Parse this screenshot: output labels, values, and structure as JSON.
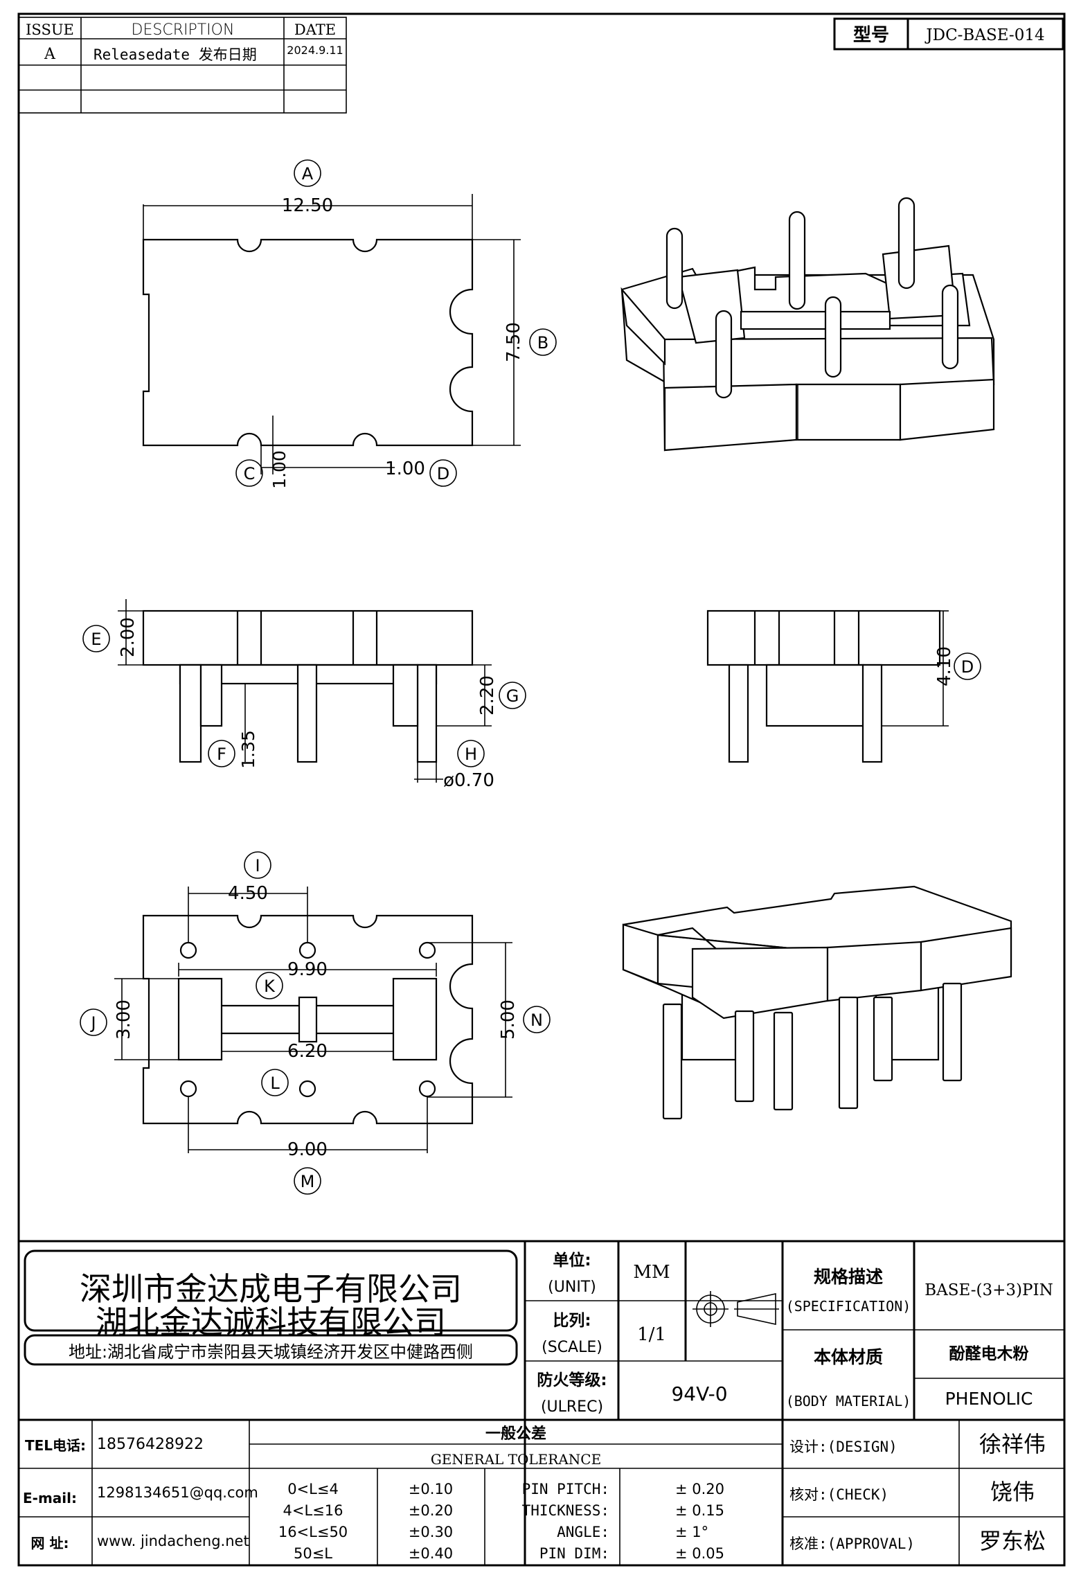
{
  "revision_table": {
    "headers": [
      "ISSUE",
      "DESCRIPTION",
      "DATE"
    ],
    "rows": [
      {
        "issue": "A",
        "description": "Releasedate 发布日期",
        "date": "2024.9.11"
      },
      {
        "issue": "",
        "description": "",
        "date": ""
      },
      {
        "issue": "",
        "description": "",
        "date": ""
      }
    ]
  },
  "model": {
    "label": "型号",
    "value": "JDC-BASE-014"
  },
  "dims": {
    "A": "12.50",
    "B": "7.50",
    "C": "1.00",
    "D": "1.00",
    "E": "2.00",
    "F": "1.35",
    "G": "2.20",
    "H": "ø0.70",
    "D2": "4.10",
    "I": "4.50",
    "J": "3.00",
    "K": "9.90",
    "L": "6.20",
    "M": "9.00",
    "N": "5.00"
  },
  "markers": [
    "A",
    "B",
    "C",
    "D",
    "E",
    "F",
    "G",
    "H",
    "D",
    "I",
    "J",
    "K",
    "L",
    "M",
    "N"
  ],
  "company": {
    "name1": "深圳市金达成电子有限公司",
    "name2": "湖北金达诚科技有限公司",
    "address": "地址:湖北省咸宁市崇阳县天城镇经济开发区中健路西侧"
  },
  "title_block": {
    "unit_cn": "单位:",
    "unit_en": "(UNIT)",
    "unit_value": "MM",
    "scale_cn": "比列:",
    "scale_en": "(SCALE)",
    "scale_value": "1/1",
    "ulrec_cn": "防火等级:",
    "ulrec_en": "(ULREC)",
    "ulrec_value": "94V-0",
    "spec_cn": "规格描述",
    "spec_en": "(SPECIFICATION)",
    "spec_value": "BASE-(3+3)PIN",
    "material_cn": "本体材质",
    "material_en": "(BODY MATERIAL)",
    "material_value_cn": "酚醛电木粉",
    "material_value_en": "PHENOLIC"
  },
  "contact": {
    "tel_label": "TEL电话:",
    "tel": "18576428922",
    "email_label": "E-mail:",
    "email": "1298134651@qq.com",
    "web_label": "网  址:",
    "web": "www. jindacheng.net"
  },
  "tolerance": {
    "title_cn": "一般公差",
    "title_en": "GENERAL TOLERANCE",
    "ranges": [
      {
        "range": "0<L≤4",
        "tol": "±0.10"
      },
      {
        "range": "4<L≤16",
        "tol": "±0.20"
      },
      {
        "range": "16<L≤50",
        "tol": "±0.30"
      },
      {
        "range": "50≤L",
        "tol": "±0.40"
      }
    ],
    "other": [
      {
        "label": "PIN PITCH:",
        "tol": "±  0.20"
      },
      {
        "label": "THICKNESS:",
        "tol": "±  0.15"
      },
      {
        "label": "ANGLE:",
        "tol": "±  1°"
      },
      {
        "label": "PIN DIM:",
        "tol": "±  0.05"
      }
    ]
  },
  "signoff": {
    "design_label": "设计:(DESIGN)",
    "design_name": "徐祥伟",
    "check_label": "核对:(CHECK)",
    "check_name": "饶伟",
    "approval_label": "核准:(APPROVAL)",
    "approval_name": "罗东松"
  }
}
